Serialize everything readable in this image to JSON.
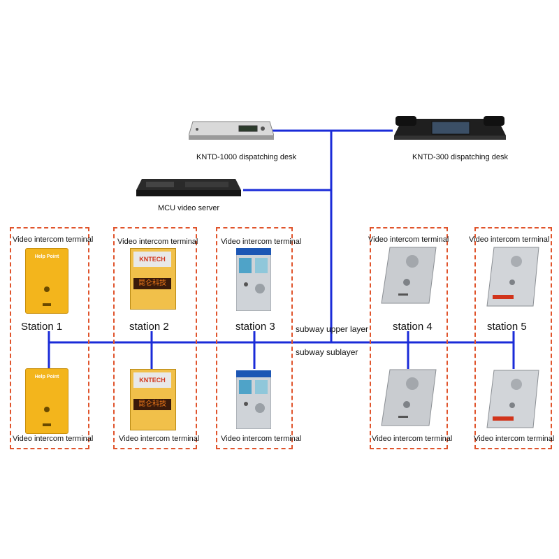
{
  "devices": {
    "dispatch_1000_label": "KNTD-1000 dispatching desk",
    "dispatch_300_label": "KNTD-300 dispatching desk",
    "mcu_label": "MCU  video server"
  },
  "layers": {
    "upper": "subway upper layer",
    "sub": "subway sublayer"
  },
  "stations": [
    {
      "name": "Station 1",
      "top_terminal": "Video intercom terminal",
      "bottom_terminal": "Video intercom terminal",
      "panel_text": "Help Point"
    },
    {
      "name": "station 2",
      "top_terminal": "Video intercom terminal",
      "bottom_terminal": "Video intercom terminal",
      "brand": "KNTECH",
      "sign": "昆仑科技"
    },
    {
      "name": "station 3",
      "top_terminal": "Video intercom terminal",
      "bottom_terminal": "Video intercom terminal"
    },
    {
      "name": "station 4",
      "top_terminal": "Video intercom terminal",
      "bottom_terminal": "Video intercom terminal"
    },
    {
      "name": "station 5",
      "top_terminal": "Video intercom terminal",
      "bottom_terminal": "Video intercom terminal"
    }
  ],
  "colors": {
    "link_line": "#1a2bd8",
    "dashed_border": "#e0542c",
    "yellow_panel": "#f3b51c",
    "steel": "#c9ccd0"
  }
}
